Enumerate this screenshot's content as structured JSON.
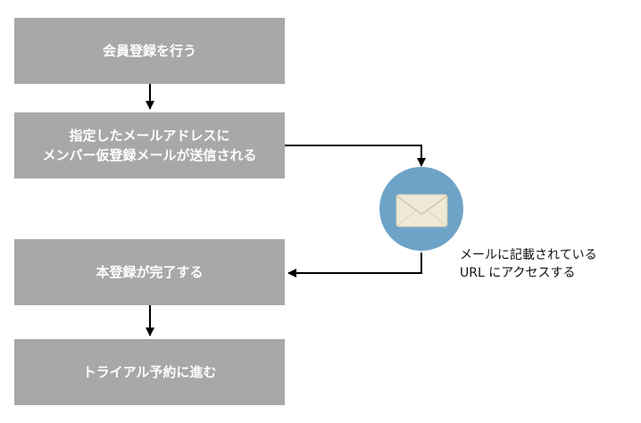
{
  "steps": [
    {
      "lines": [
        "会員登録を行う"
      ]
    },
    {
      "lines": [
        "指定したメールアドレスに",
        "メンバー仮登録メールが送信される"
      ]
    },
    {
      "lines": [
        "本登録が完了する"
      ]
    },
    {
      "lines": [
        "トライアル予約に進む"
      ]
    }
  ],
  "note": {
    "lines": [
      "メールに記載されている",
      "URL にアクセスする"
    ]
  },
  "colors": {
    "step_box": "#a8a8a8",
    "step_text": "#ffffff",
    "mail_circle": "#6ea3c8",
    "envelope": "#efe9d6",
    "arrow": "#000000"
  },
  "icons": {
    "mail": "envelope-icon"
  }
}
